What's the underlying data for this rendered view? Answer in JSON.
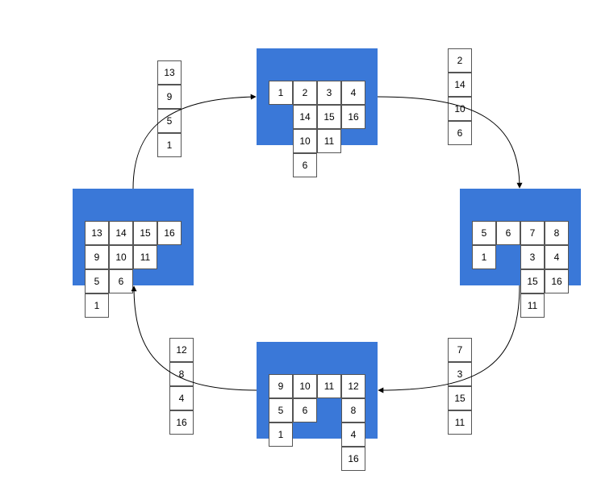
{
  "colors": {
    "panel": "#3a78d8",
    "cell_border": "#555555",
    "arrow": "#000000"
  },
  "states": [
    {
      "name": "top",
      "cells": [
        [
          "1",
          "2",
          "3",
          "4"
        ],
        [
          "",
          "14",
          "15",
          "16"
        ],
        [
          "",
          "10",
          "11",
          ""
        ],
        [
          "",
          "6",
          "",
          ""
        ]
      ]
    },
    {
      "name": "right",
      "cells": [
        [
          "5",
          "6",
          "7",
          "8"
        ],
        [
          "1",
          "",
          "3",
          "4"
        ],
        [
          "",
          "",
          "15",
          "16"
        ],
        [
          "",
          "",
          "11",
          ""
        ]
      ]
    },
    {
      "name": "bottom",
      "cells": [
        [
          "9",
          "10",
          "11",
          "12"
        ],
        [
          "5",
          "6",
          "",
          "8"
        ],
        [
          "1",
          "",
          "",
          "4"
        ],
        [
          "",
          "",
          "",
          "16"
        ]
      ]
    },
    {
      "name": "left",
      "cells": [
        [
          "13",
          "14",
          "15",
          "16"
        ],
        [
          "9",
          "10",
          "11",
          ""
        ],
        [
          "5",
          "6",
          "",
          ""
        ],
        [
          "1",
          "",
          "",
          ""
        ]
      ]
    }
  ],
  "stacks": [
    {
      "name": "top-left",
      "values": [
        "13",
        "9",
        "5",
        "1"
      ]
    },
    {
      "name": "top-right",
      "values": [
        "2",
        "14",
        "10",
        "6"
      ]
    },
    {
      "name": "bottom-right",
      "values": [
        "7",
        "3",
        "15",
        "11"
      ]
    },
    {
      "name": "bottom-left",
      "values": [
        "12",
        "8",
        "4",
        "16"
      ]
    }
  ]
}
